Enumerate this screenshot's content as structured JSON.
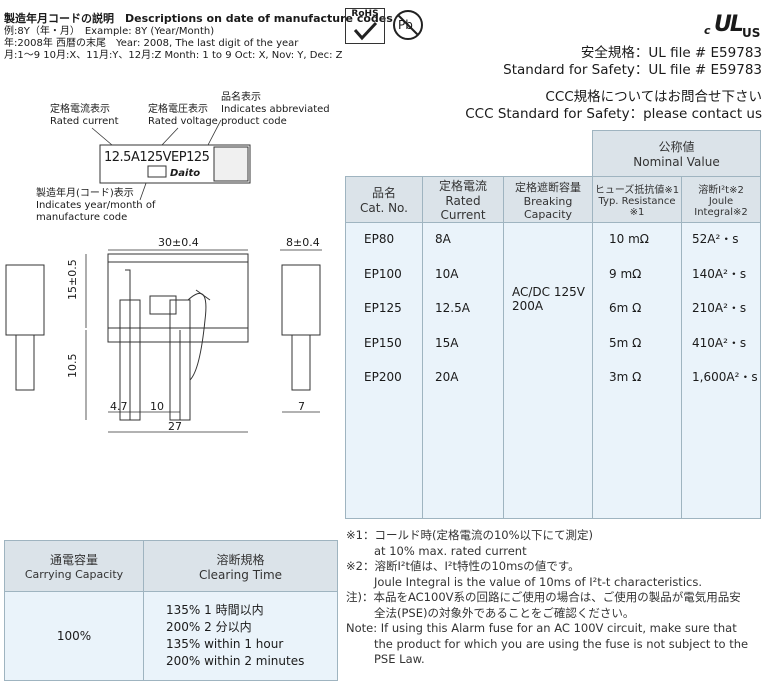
{
  "date_code": {
    "title": "製造年月コードの説明　Descriptions on date of manufacture codes",
    "example": "例:8Y（年・月）　Example: 8Y (Year/Month)",
    "year": "年:2008年 西暦の末尾　Year: 2008, The last digit of the year",
    "month": "月:1～9 10月:X、11月:Y、12月:Z  Month: 1 to 9 Oct: X, Nov: Y, Dec: Z"
  },
  "badges": {
    "rohs": "RoHS",
    "pb": "Pb"
  },
  "ul_mark": {
    "c": "c",
    "ul": "UL",
    "us": "US"
  },
  "safety": {
    "jp": "安全規格：UL file # E59783",
    "en": "Standard for Safety：UL file # E59783",
    "ccc_jp": "CCC規格についてはお問合せ下さい",
    "ccc_en": "CCC Standard for Safety：please contact us"
  },
  "diagram": {
    "rated_current_jp": "定格電流表示",
    "rated_current_en": "Rated current",
    "rated_voltage_jp": "定格電圧表示",
    "rated_voltage_en": "Rated voltage",
    "product_code_jp": "品名表示",
    "product_code_en1": "Indicates abbreviated",
    "product_code_en2": "product code",
    "label_text": "12.5A125VEP125",
    "brand": "Daito",
    "year_month_jp": "製造年月(コード)表示",
    "year_month_en1": "Indicates year/month of",
    "year_month_en2": "manufacture code",
    "dim_width": "30±0.4",
    "dim_depth": "8±0.4",
    "dim_height_top": "15±0.5",
    "dim_height_bottom": "10.5",
    "dim_47": "4.7",
    "dim_10": "10",
    "dim_27": "27",
    "dim_7": "7"
  },
  "main_table": {
    "nominal_jp": "公称値",
    "nominal_en": "Nominal Value",
    "headers": [
      {
        "jp": "品名",
        "en": "Cat. No."
      },
      {
        "jp": "定格電流",
        "en": "Rated Current"
      },
      {
        "jp": "定格遮断容量",
        "en": "Breaking Capacity"
      },
      {
        "jp": "ヒューズ抵抗値※1",
        "en": "Typ. Resistance ※1"
      },
      {
        "jp": "溶断I²t※2",
        "en": "Joule Integral※2"
      }
    ],
    "rows": [
      {
        "cat": "EP80",
        "current": "8A",
        "resistance": "10 mΩ",
        "joule": "52A²・s"
      },
      {
        "cat": "EP100",
        "current": "10A",
        "resistance": "9 mΩ",
        "joule": "140A²・s"
      },
      {
        "cat": "EP125",
        "current": "12.5A",
        "resistance": "6m Ω",
        "joule": "210A²・s"
      },
      {
        "cat": "EP150",
        "current": "15A",
        "resistance": "5m Ω",
        "joule": "410A²・s"
      },
      {
        "cat": "EP200",
        "current": "20A",
        "resistance": "3m Ω",
        "joule": "1,600A²・s"
      }
    ],
    "breaking_1": "AC/DC 125V",
    "breaking_2": "200A"
  },
  "carry_table": {
    "h1_jp": "通電容量",
    "h1_en": "Carrying Capacity",
    "h2_jp": "溶断規格",
    "h2_en": "Clearing Time",
    "capacity": "100%",
    "times": [
      "135% 1 時間以内",
      "200% 2 分以内",
      "135% within 1 hour",
      "200% within 2 minutes"
    ]
  },
  "notes": {
    "n1_jp": "※1：コールド時(定格電流の10%以下にて測定)",
    "n1_en": "at 10% max. rated current",
    "n2_jp": "※2：溶断I²t値は、I²t特性の10msの値です。",
    "n2_en": "Joule Integral is the value of 10ms of I²t-t characteristics.",
    "n3_jp1": "注)：本品をAC100V系の回路にご使用の場合は、ご使用の製品が電気用品安",
    "n3_jp2": "全法(PSE)の対象外であることをご確認ください。",
    "n4_1": "Note: If using this Alarm fuse for an AC 100V circuit, make sure that",
    "n4_2": "the product for which you are using the fuse is not subject to the",
    "n4_3": "PSE Law."
  }
}
